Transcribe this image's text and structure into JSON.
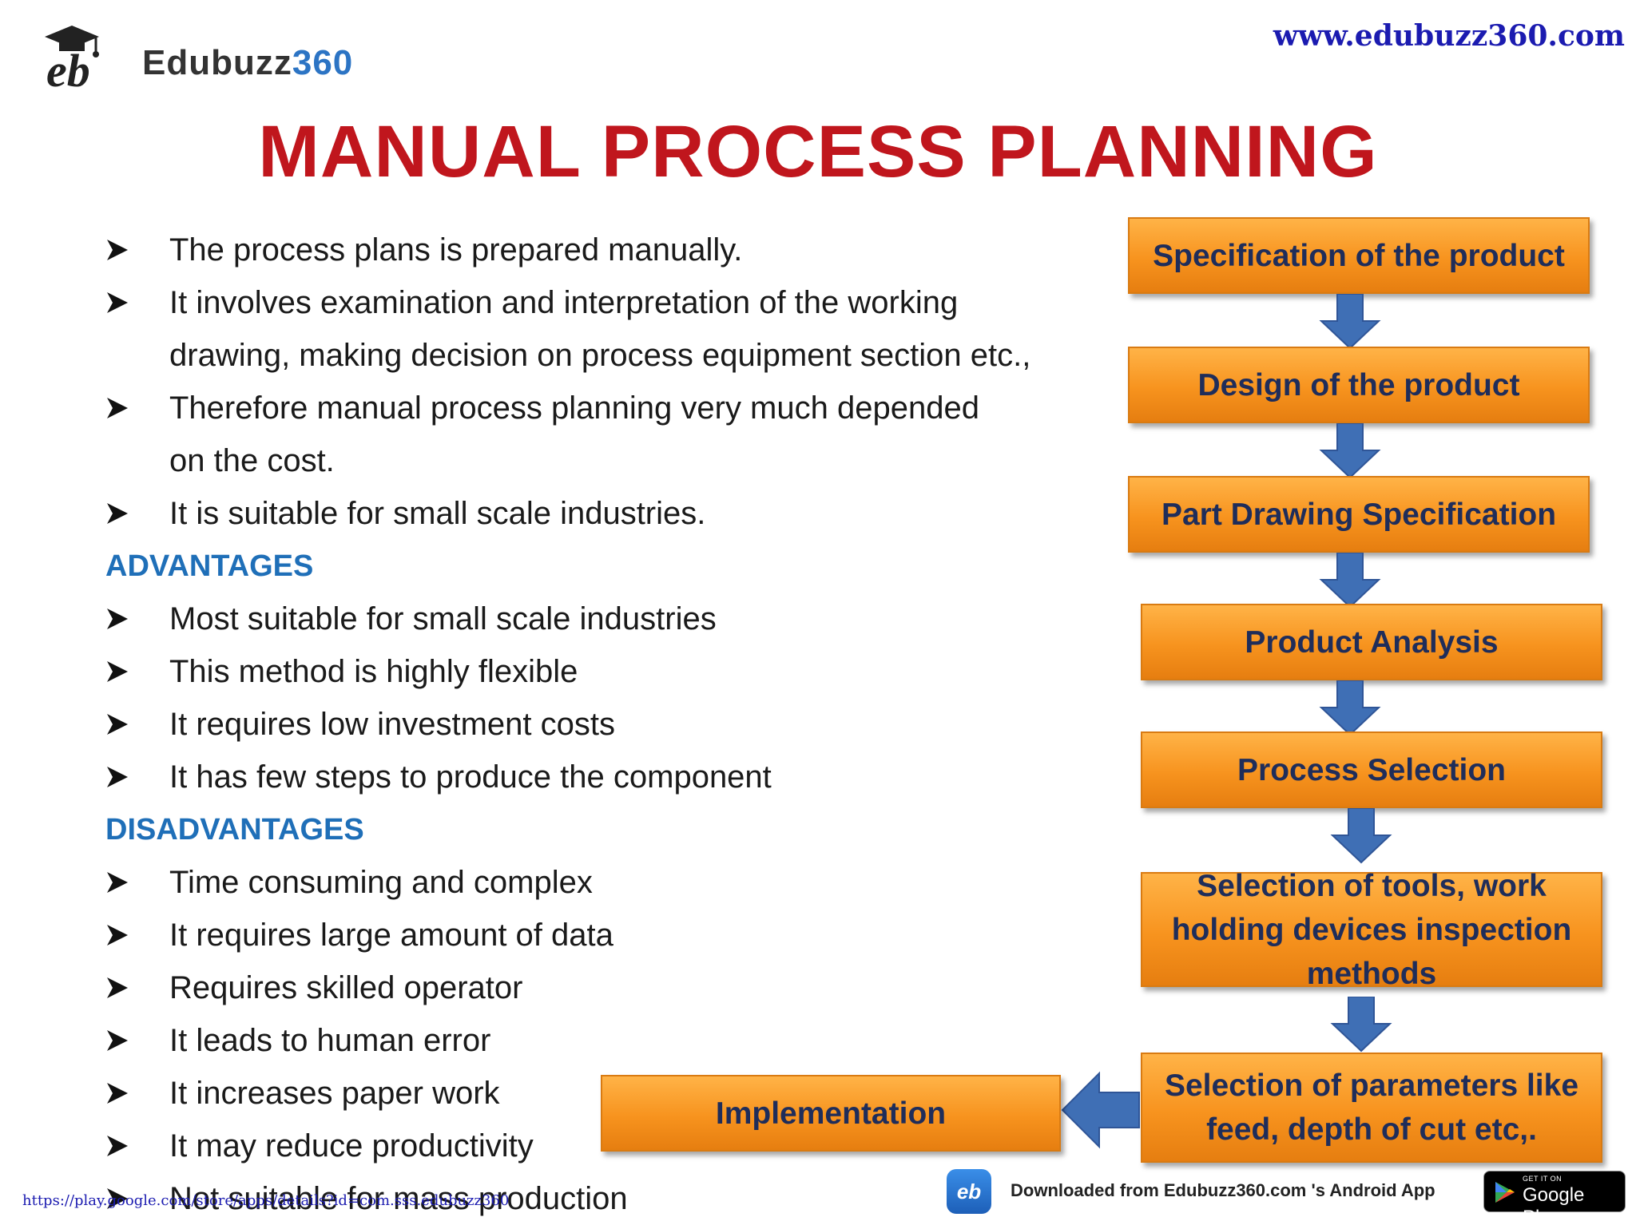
{
  "header": {
    "logo_mark_text": "eb",
    "logo_name": "Edubuzz",
    "logo_number": "360",
    "website": "www.edubuzz360.com"
  },
  "title": "MANUAL PROCESS PLANNING",
  "bullets": {
    "intro": [
      "The process plans is prepared manually.",
      "It involves examination and interpretation of the working",
      "drawing, making decision on process equipment section etc.,",
      " Therefore manual process planning very much depended",
      "on the cost.",
      "It is suitable for small scale industries."
    ],
    "advantages_heading": "ADVANTAGES",
    "advantages": [
      "Most suitable for small scale industries",
      "This method is highly flexible",
      " It requires low investment costs",
      "It has few steps to produce the component"
    ],
    "disadvantages_heading": "DISADVANTAGES",
    "disadvantages": [
      "Time consuming and complex",
      "It requires large amount of data",
      "Requires skilled operator",
      "It leads to human error",
      "It increases paper work",
      " It may reduce productivity",
      "Not suitable for mass production"
    ]
  },
  "flowchart": {
    "steps": [
      "Specification of the product",
      "Design of the product",
      "Part Drawing Specification",
      "Product Analysis",
      "Process Selection",
      "Selection of tools, work holding devices inspection methods",
      "Selection of parameters like feed, depth of cut etc,.",
      "Implementation"
    ],
    "box_color": "#f7931e",
    "arrow_color": "#3f6fb5",
    "text_color": "#1f2d5a"
  },
  "footer": {
    "url": "https://play.google.com/store/apps/details?id=com.sss.edubuzz360",
    "app_icon_text": "eb",
    "download_text": "Downloaded from Edubuzz360.com 's Android App",
    "store_get_it": "GET IT ON",
    "store_name": "Google Play"
  }
}
